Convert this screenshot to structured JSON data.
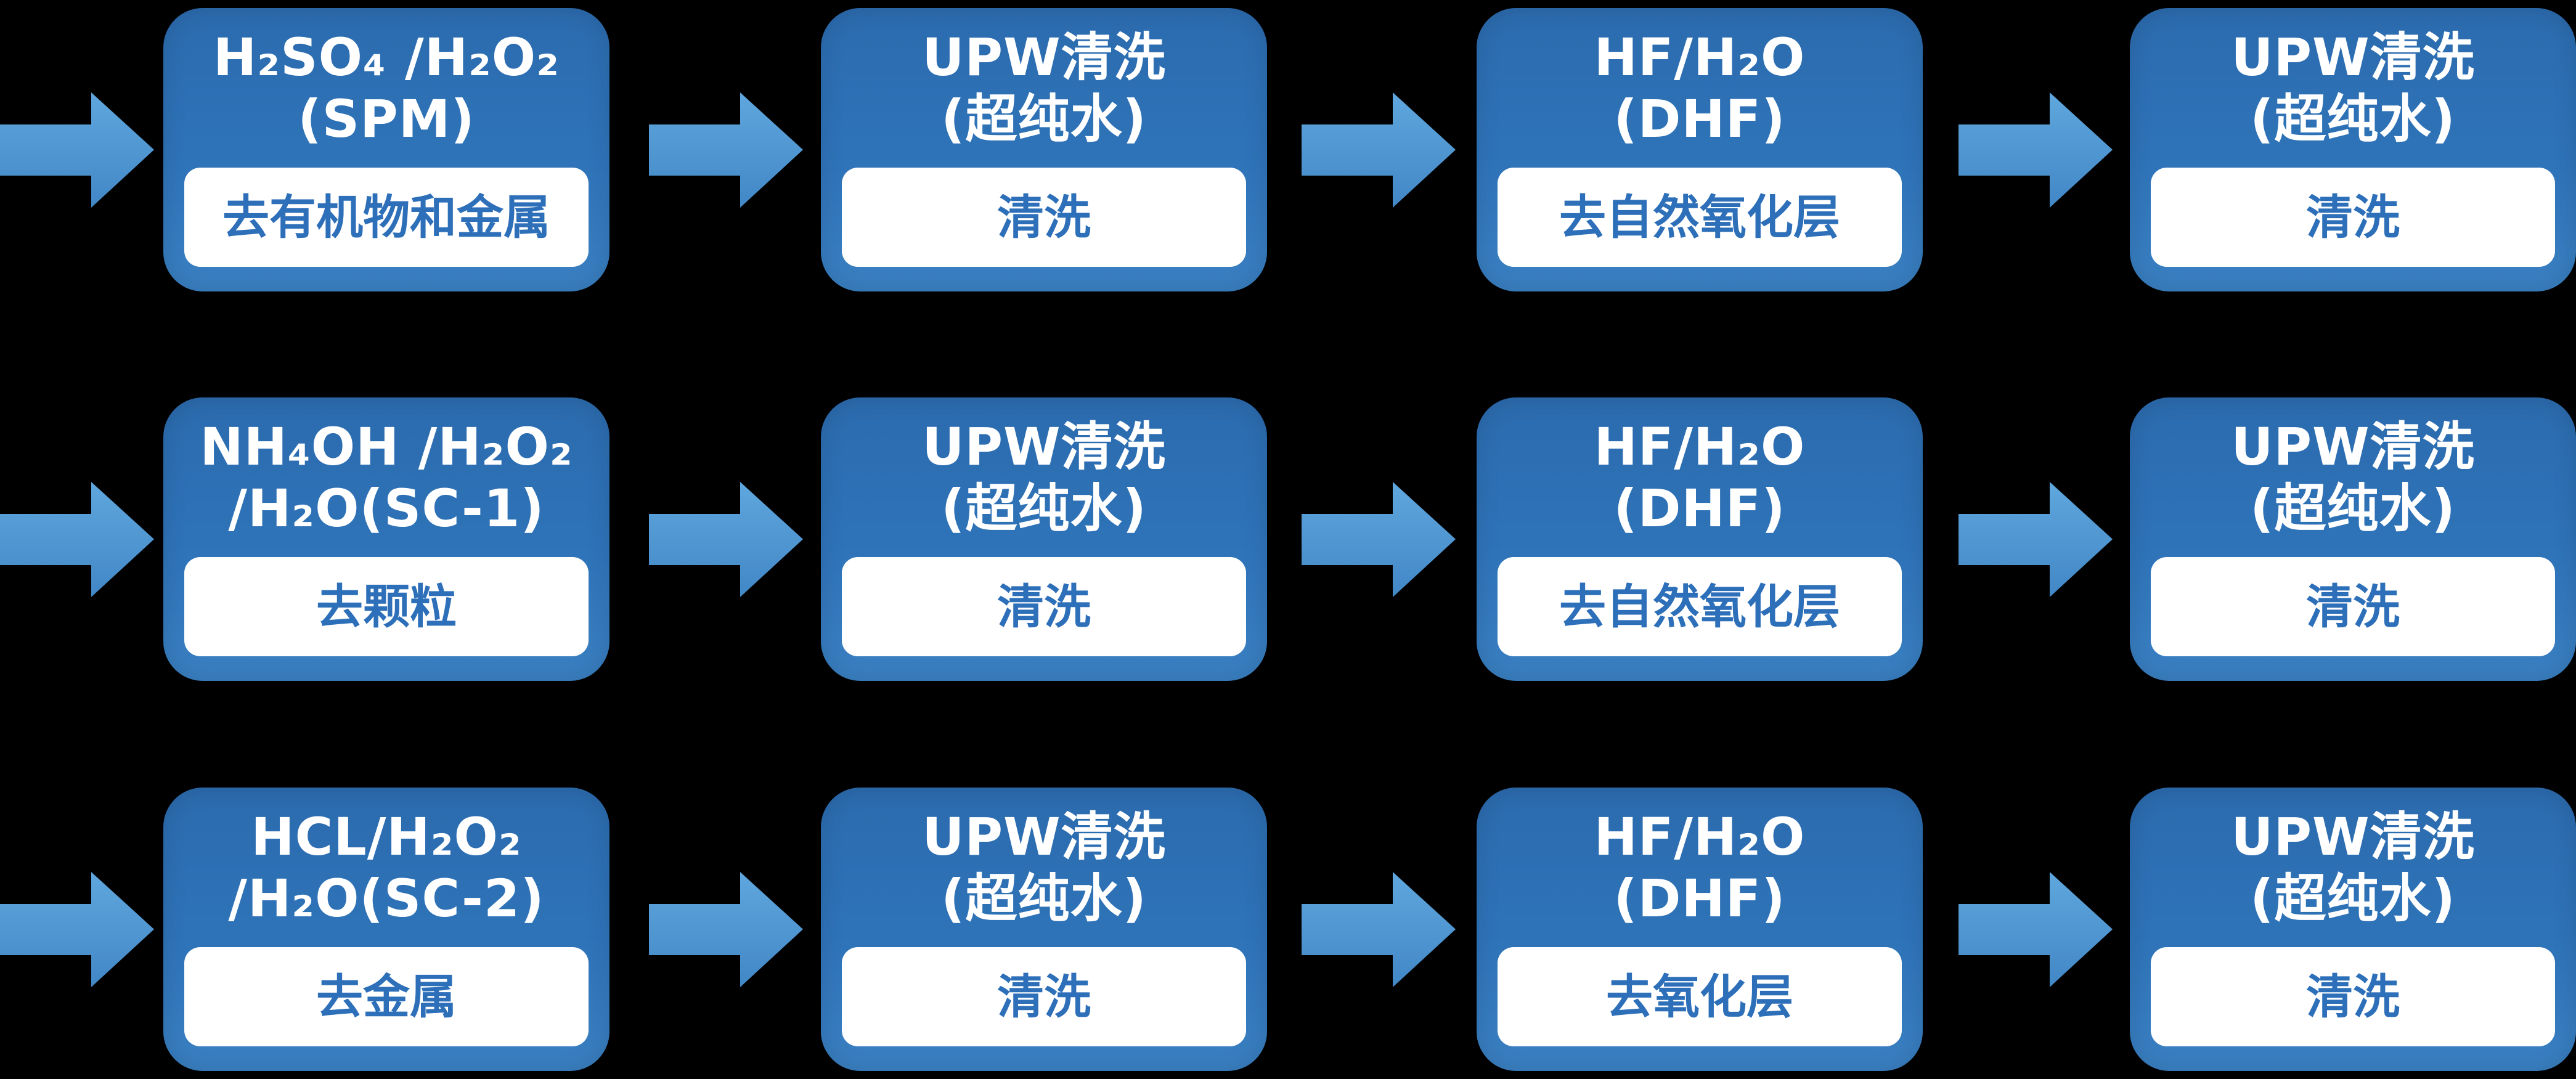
{
  "colors": {
    "background": "#000000",
    "box_blue": "#2E73B8",
    "arrow_blue_light": "#5FA7DE",
    "arrow_blue_dark": "#4287C6",
    "panel_white": "#FFFFFF",
    "action_text_blue": "#2D6FB8",
    "title_text": "#FFFFFF"
  },
  "rows": [
    {
      "steps": [
        {
          "title": [
            "H₂SO₄ /H₂O₂",
            "(SPM)"
          ],
          "action": "去有机物和金属"
        },
        {
          "title": [
            "UPW清洗",
            "(超纯水)"
          ],
          "action": "清洗"
        },
        {
          "title": [
            "HF/H₂O",
            "(DHF)"
          ],
          "action": "去自然氧化层"
        },
        {
          "title": [
            "UPW清洗",
            "(超纯水)"
          ],
          "action": "清洗"
        }
      ]
    },
    {
      "steps": [
        {
          "title": [
            "NH₄OH /H₂O₂",
            "/H₂O(SC-1)"
          ],
          "action": "去颗粒"
        },
        {
          "title": [
            "UPW清洗",
            "(超纯水)"
          ],
          "action": "清洗"
        },
        {
          "title": [
            "HF/H₂O",
            "(DHF)"
          ],
          "action": "去自然氧化层"
        },
        {
          "title": [
            "UPW清洗",
            "(超纯水)"
          ],
          "action": "清洗"
        }
      ]
    },
    {
      "steps": [
        {
          "title": [
            "HCL/H₂O₂",
            "/H₂O(SC-2)"
          ],
          "action": "去金属"
        },
        {
          "title": [
            "UPW清洗",
            "(超纯水)"
          ],
          "action": "清洗"
        },
        {
          "title": [
            "HF/H₂O",
            "(DHF)"
          ],
          "action": "去氧化层"
        },
        {
          "title": [
            "UPW清洗",
            "(超纯水)"
          ],
          "action": "清洗"
        }
      ]
    }
  ]
}
